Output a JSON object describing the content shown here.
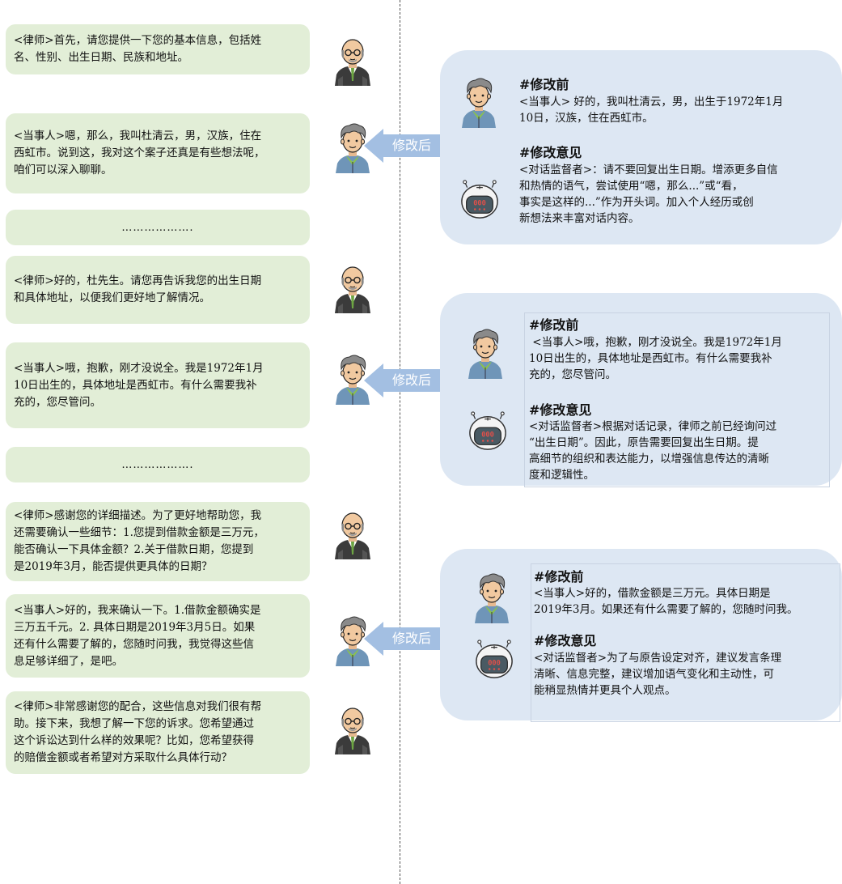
{
  "left_column": {
    "bubbles": [
      {
        "text": "<律师>首先，请您提供一下您的基本信息，包括姓\n名、性别、出生日期、民族和地址。",
        "speaker_icon": "lawyer-avatar-icon"
      },
      {
        "text": "<当事人>嗯，那么，我叫杜清云，男，汉族，住在\n西虹市。说到这，我对这个案子还真是有些想法呢，\n咱们可以深入聊聊。",
        "speaker_icon": "client-avatar-icon"
      },
      {
        "text": "……………….",
        "speaker_icon": ""
      },
      {
        "text": "<律师>好的，杜先生。请您再告诉我您的出生日期\n和具体地址，以便我们更好地了解情况。",
        "speaker_icon": "lawyer-avatar-icon"
      },
      {
        "text": "<当事人>哦，抱歉，刚才没说全。我是1972年1月\n10日出生的，具体地址是西虹市。有什么需要我补\n充的，您尽管问。",
        "speaker_icon": "client-avatar-icon"
      },
      {
        "text": "……………….",
        "speaker_icon": ""
      },
      {
        "text": "<律师>感谢您的详细描述。为了更好地帮助您，我\n还需要确认一些细节：1.您提到借款金额是三万元，\n能否确认一下具体金额？2.关于借款日期，您提到\n是2019年3月，能否提供更具体的日期？",
        "speaker_icon": "lawyer-avatar-icon"
      },
      {
        "text": "<当事人>好的，我来确认一下。1.借款金额确实是\n三万五千元。2. 具体日期是2019年3月5日。如果\n还有什么需要了解的，您随时问我，我觉得这些信\n息足够详细了，是吧。",
        "speaker_icon": "client-avatar-icon"
      },
      {
        "text": "<律师>非常感谢您的配合，这些信息对我们很有帮\n助。接下来，我想了解一下您的诉求。您希望通过\n这个诉讼达到什么样的效果呢？比如，您希望获得\n的赔偿金额或者希望对方采取什么具体行动？",
        "speaker_icon": "lawyer-avatar-icon"
      }
    ]
  },
  "arrows": [
    {
      "label": "修改后"
    },
    {
      "label": "修改后"
    },
    {
      "label": "修改后"
    }
  ],
  "panels": [
    {
      "before_heading": "#修改前",
      "before_text": "<当事人> 好的，我叫杜清云，男，出生于1972年1月\n10日，汉族，住在西虹市。",
      "advice_heading": "#修改意见",
      "advice_text": "<对话监督者>：请不要回复出生日期。增添更多自信\n和热情的语气，尝试使用“嗯，那么...”或“看，\n事实是这样的...”作为开头词。加入个人经历或创\n新想法来丰富对话内容。"
    },
    {
      "before_heading": "#修改前",
      "before_text": " <当事人>哦，抱歉，刚才没说全。我是1972年1月\n10日出生的，具体地址是西虹市。有什么需要我补\n充的，您尽管问。",
      "advice_heading": "#修改意见",
      "advice_text": "<对话监督者>根据对话记录，律师之前已经询问过\n“出生日期”。因此，原告需要回复出生日期。提\n高细节的组织和表达能力，以增强信息传达的清晰\n度和逻辑性。"
    },
    {
      "before_heading": "#修改前",
      "before_text": "<当事人>好的，借款金额是三万元。具体日期是\n2019年3月。如果还有什么需要了解的，您随时问我。",
      "advice_heading": "#修改意见",
      "advice_text": "<对话监督者>为了与原告设定对齐，建议发言条理\n清晰、信息完整，建议增加语气变化和主动性，可\n能稍显热情并更具个人观点。"
    }
  ],
  "colors": {
    "bubble_bg": "#e2eed7",
    "panel_bg": "#dde7f3",
    "arrow": "#a3bfe2",
    "robot_screen": "#4a5a63",
    "robot_digits": "#e0504a"
  }
}
